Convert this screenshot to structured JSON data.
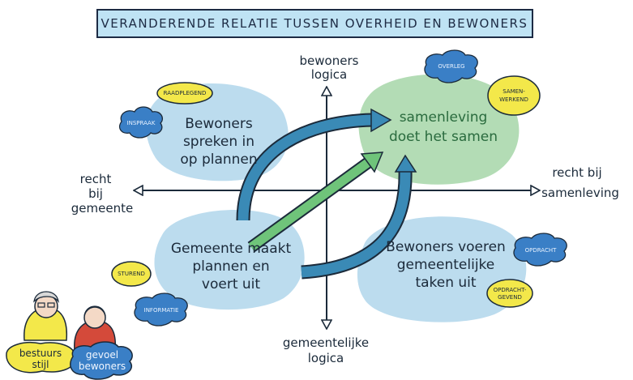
{
  "title": "VERANDERENDE RELATIE TUSSEN OVERHEID EN BEWONERS",
  "axes": {
    "top": [
      "bewoners",
      "logica"
    ],
    "bottom": [
      "gemeentelijke",
      "logica"
    ],
    "left": [
      "recht",
      "bij",
      "gemeente"
    ],
    "right": [
      "recht bij",
      "samenleving"
    ]
  },
  "quadrants": {
    "top_left": [
      "Bewoners",
      "spreken in",
      "op plannen"
    ],
    "top_right": [
      "samenleving",
      "doet het samen"
    ],
    "bottom_left": [
      "Gemeente maakt",
      "plannen en",
      "voert uit"
    ],
    "bottom_right": [
      "Bewoners voeren",
      "gemeentelijke",
      "taken uit"
    ]
  },
  "tags": {
    "raadplegend": "RAADPLEGEND",
    "inspraak": "INSPRAAK",
    "overleg": "OVERLEG",
    "samenwerkend": [
      "SAMEN-",
      "WERKEND"
    ],
    "sturend": "STUREND",
    "informatie": "INFORMATIE",
    "opdracht": "OPDRACHT",
    "opdrachtgevend": [
      "OPDRACHT-",
      "GEVEND"
    ]
  },
  "legend": {
    "bestuursstijl": [
      "bestuurs",
      "stijl"
    ],
    "gevoel": [
      "gevoel",
      "bewoners"
    ]
  },
  "colors": {
    "blob_blue": "#bcdcee",
    "blob_green": "#b3dcb5",
    "cloud_blue": "#3a7fc6",
    "tag_yellow": "#f3e84a",
    "arrow_blue": "#3a8ab6",
    "arrow_green": "#6fc47a"
  }
}
